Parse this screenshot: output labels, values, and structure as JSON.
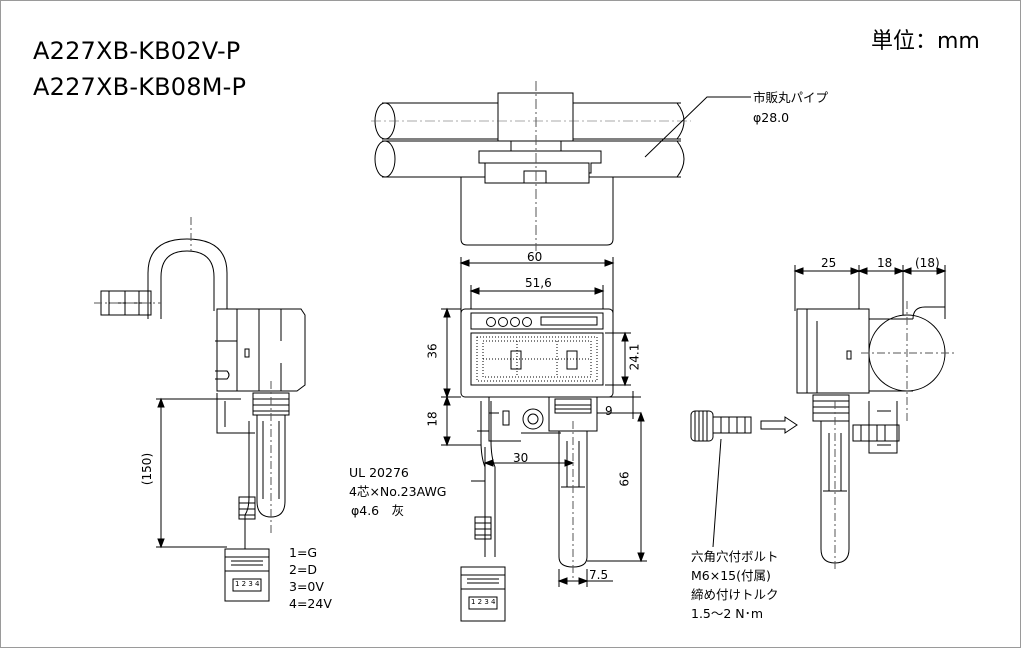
{
  "header": {
    "models": [
      "A227XB-KB02V-P",
      "A227XB-KB08M-P"
    ],
    "unit": "単位：mm"
  },
  "pipe_note": {
    "line1": "市販丸パイプ",
    "line2": "φ28.0"
  },
  "dimensions": {
    "width_60": "60",
    "width_51_6": "51,6",
    "height_36": "36",
    "height_24_1": "24.1",
    "height_18": "18",
    "offset_9": "9",
    "offset_30": "30",
    "length_66": "66",
    "dia_7_5": "7.5",
    "cable_150": "(150)",
    "side_25": "25",
    "side_18": "18",
    "side_paren_18": "(18)"
  },
  "cable_note": {
    "line1": "UL 20276",
    "line2": "4芯×No.23AWG",
    "line3": "φ4.6　灰"
  },
  "pin_assignment": [
    "1=G",
    "2=D",
    "3=0V",
    "4=24V"
  ],
  "bolt_note": {
    "line1": "六角穴付ボルト",
    "line2": "M6×15(付属)",
    "line3": "締め付けトルク",
    "line4": "1.5～2 N･m"
  },
  "connector_label": "1 2 3 4",
  "colors": {
    "line": "#000000",
    "centerline": "#555555",
    "border": "#9a9a9a"
  }
}
